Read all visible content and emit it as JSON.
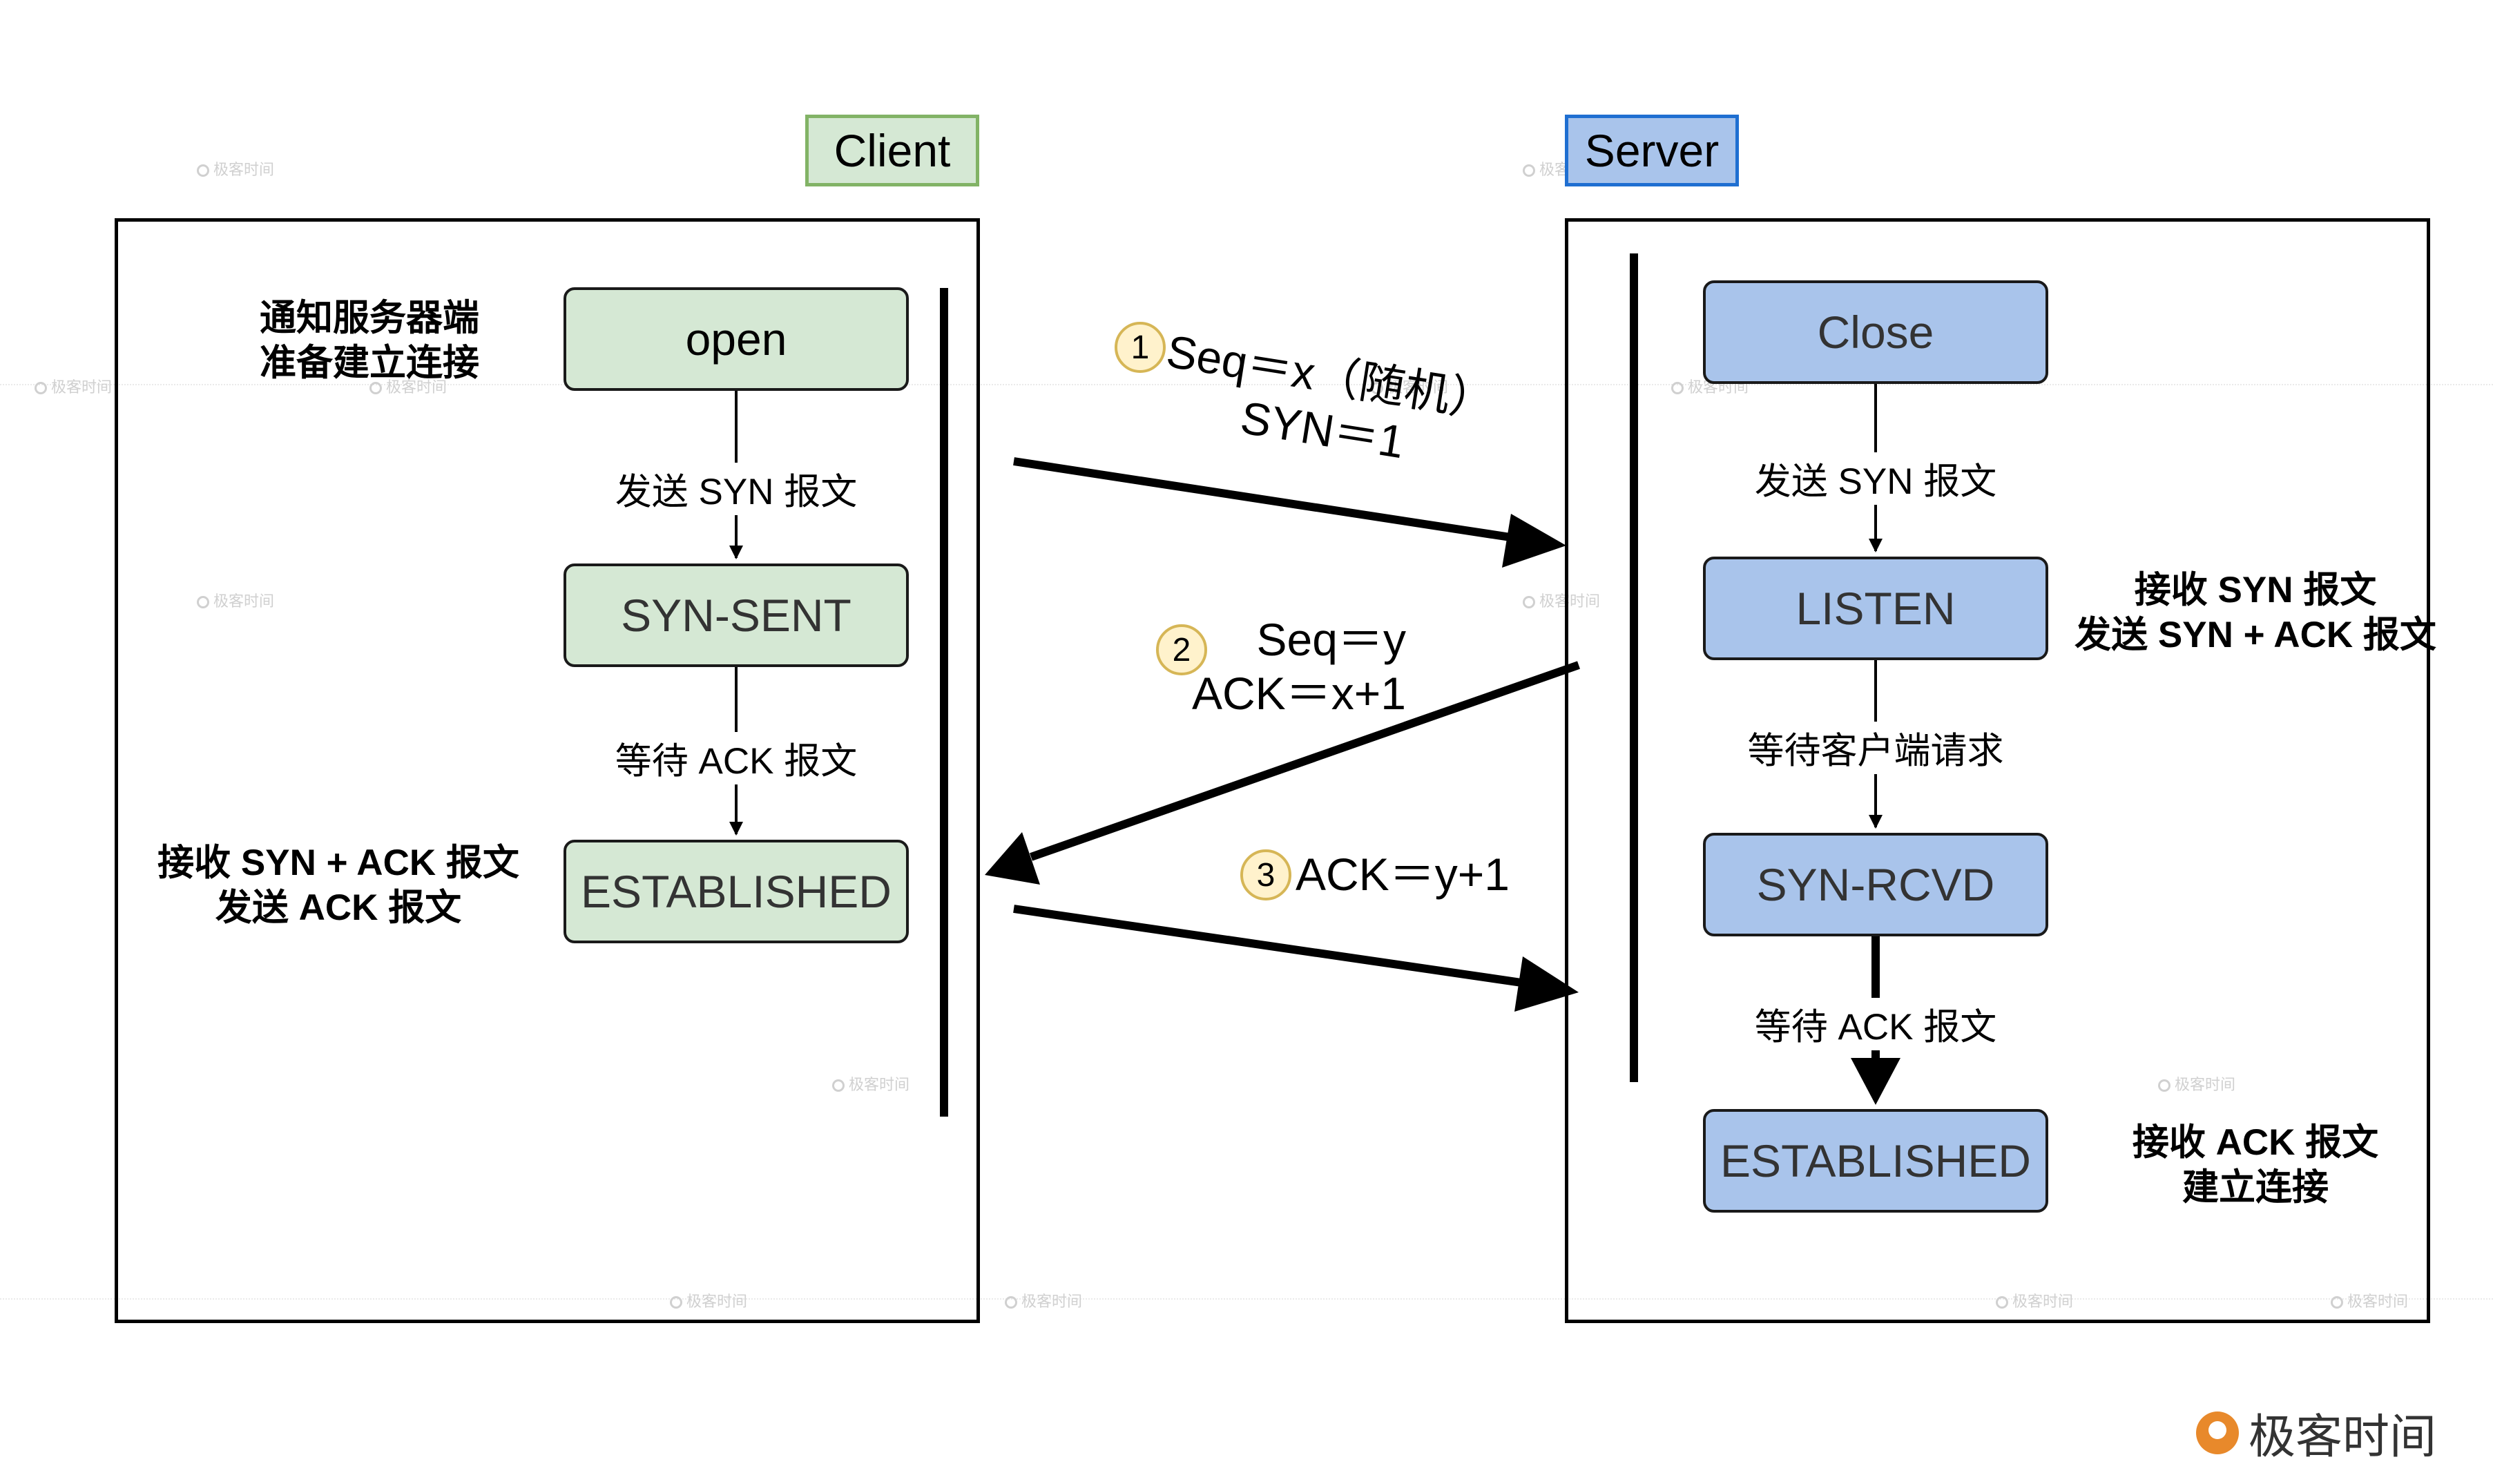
{
  "client": {
    "title": "Client",
    "states": [
      "open",
      "SYN-SENT",
      "ESTABLISHED"
    ],
    "transitions": [
      "发送 SYN 报文",
      "等待 ACK 报文"
    ],
    "notes": {
      "open": [
        "通知服务器端",
        "准备建立连接"
      ],
      "established": [
        "接收 SYN + ACK 报文",
        "发送 ACK 报文"
      ]
    }
  },
  "server": {
    "title": "Server",
    "states": [
      "Close",
      "LISTEN",
      "SYN-RCVD",
      "ESTABLISHED"
    ],
    "transitions": [
      "发送 SYN 报文",
      "等待客户端请求",
      "等待 ACK 报文"
    ],
    "notes": {
      "listen": [
        "接收 SYN 报文",
        "发送 SYN + ACK 报文"
      ],
      "established": [
        "接收 ACK 报文",
        "建立连接"
      ]
    }
  },
  "messages": [
    {
      "number": "1",
      "lines": [
        "Seq＝x（随机）",
        "SYN＝1"
      ]
    },
    {
      "number": "2",
      "lines": [
        "Seq＝y",
        "ACK＝x+1"
      ]
    },
    {
      "number": "3",
      "lines": [
        "ACK＝y+1"
      ]
    }
  ],
  "watermark": "极客时间",
  "brand": "极客时间",
  "colors": {
    "client_fill": "#d5e8d4",
    "client_border": "#82b366",
    "server_fill": "#a9c4eb",
    "server_border": "#1f6fd1",
    "number_fill": "#fff2cc",
    "number_border": "#d6b656",
    "brand_accent": "#e8892b"
  }
}
